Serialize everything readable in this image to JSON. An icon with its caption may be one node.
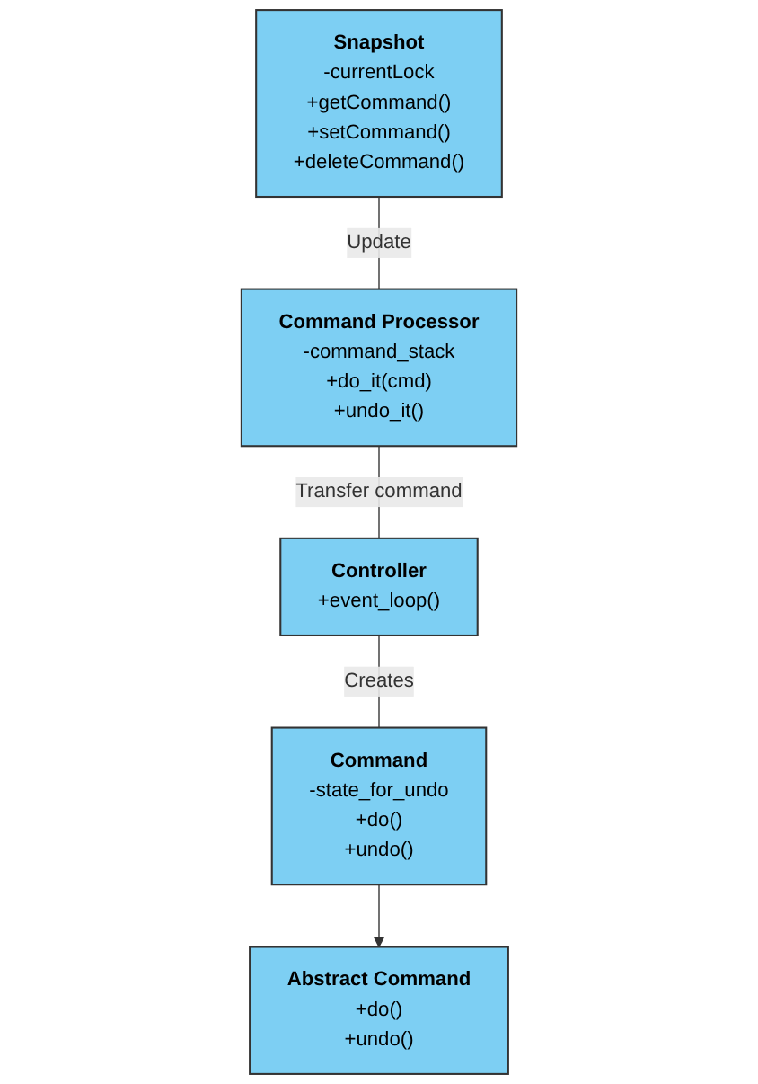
{
  "diagram": {
    "nodes": [
      {
        "text": [
          "Snapshot",
          "-currentLock",
          "+getCommand()",
          "+setCommand()",
          "+deleteCommand()"
        ]
      },
      {
        "text": [
          "Abstract Command",
          "+do()",
          "+undo()"
        ]
      },
      {
        "text": [
          "Command Processor",
          "-command_stack",
          "+do_it(cmd)",
          "+undo_it()"
        ]
      },
      {
        "text": [
          "Controller",
          "+event_loop()"
        ]
      },
      {
        "text": [
          "Command",
          "-state_for_undo",
          "+do()",
          "+undo()"
        ]
      }
    ],
    "edges": [
      {
        "from": 0,
        "to": 2,
        "arrow": "none",
        "label": "Update"
      },
      {
        "from": 2,
        "to": 3,
        "arrow": "none",
        "label": "Transfer command"
      },
      {
        "from": 3,
        "to": 4,
        "arrow": "none",
        "label": "Creates"
      },
      {
        "from": 4,
        "to": 1,
        "arrow": "to"
      }
    ]
  }
}
